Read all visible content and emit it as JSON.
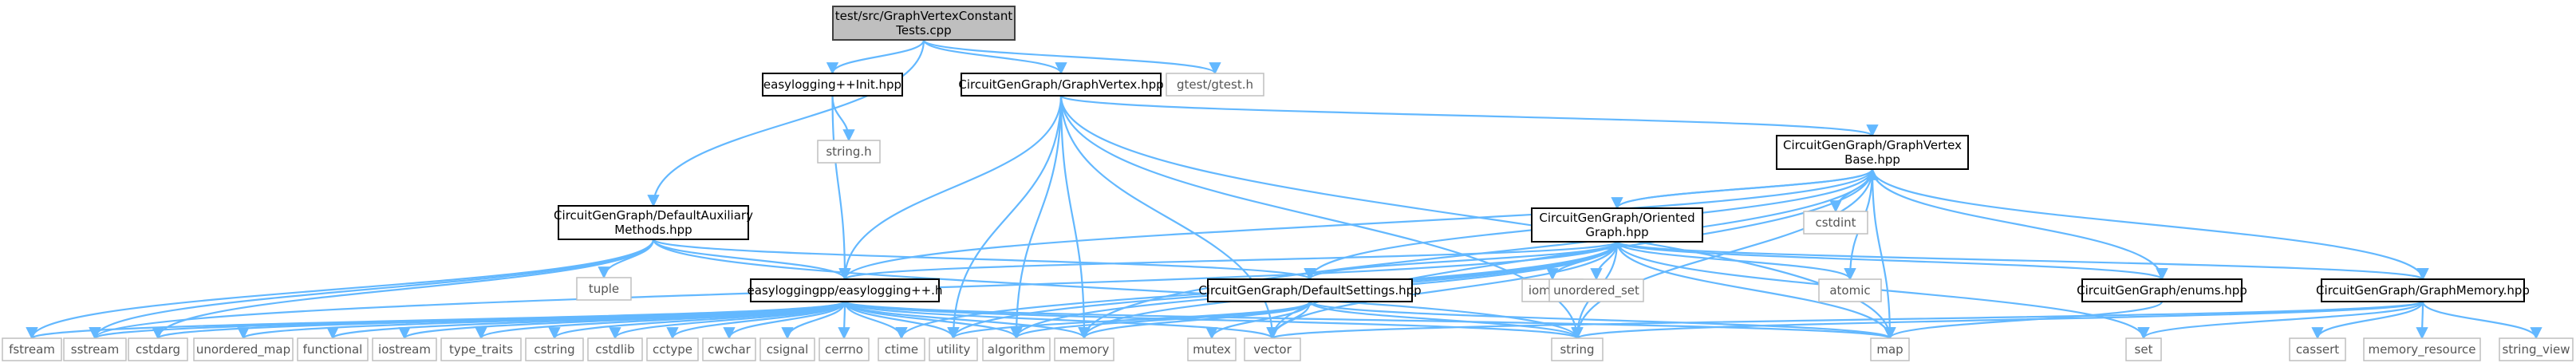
{
  "graph": {
    "nodes": [
      {
        "id": "root",
        "kind": "root",
        "lines": [
          "test/src/GraphVertexConstant",
          "Tests.cpp"
        ]
      },
      {
        "id": "dam",
        "kind": "local",
        "lines": [
          "CircuitGenGraph/DefaultAuxiliary",
          "Methods.hpp"
        ]
      },
      {
        "id": "eli",
        "kind": "local",
        "lines": [
          "easylogging++Init.hpp"
        ]
      },
      {
        "id": "gv",
        "kind": "local",
        "lines": [
          "CircuitGenGraph/GraphVertex.hpp"
        ]
      },
      {
        "id": "gtest",
        "kind": "sys",
        "lines": [
          "gtest/gtest.h"
        ]
      },
      {
        "id": "stringh",
        "kind": "sys",
        "lines": [
          "string.h"
        ]
      },
      {
        "id": "gvb",
        "kind": "local",
        "lines": [
          "CircuitGenGraph/GraphVertex",
          "Base.hpp"
        ]
      },
      {
        "id": "og",
        "kind": "local",
        "lines": [
          "CircuitGenGraph/Oriented",
          "Graph.hpp"
        ]
      },
      {
        "id": "cstdint",
        "kind": "sys",
        "lines": [
          "cstdint"
        ]
      },
      {
        "id": "tuple",
        "kind": "sys",
        "lines": [
          "tuple"
        ]
      },
      {
        "id": "el",
        "kind": "local",
        "lines": [
          "easyloggingpp/easylogging++.h"
        ]
      },
      {
        "id": "ds",
        "kind": "local",
        "lines": [
          "CircuitGenGraph/DefaultSettings.hpp"
        ]
      },
      {
        "id": "iomanip",
        "kind": "sys",
        "lines": [
          "iomanip"
        ]
      },
      {
        "id": "uset",
        "kind": "sys",
        "lines": [
          "unordered_set"
        ]
      },
      {
        "id": "atomic",
        "kind": "sys",
        "lines": [
          "atomic"
        ]
      },
      {
        "id": "enums",
        "kind": "local",
        "lines": [
          "CircuitGenGraph/enums.hpp"
        ]
      },
      {
        "id": "gm",
        "kind": "local",
        "lines": [
          "CircuitGenGraph/GraphMemory.hpp"
        ]
      },
      {
        "id": "fstream",
        "kind": "sys",
        "lines": [
          "fstream"
        ]
      },
      {
        "id": "sstream",
        "kind": "sys",
        "lines": [
          "sstream"
        ]
      },
      {
        "id": "cstdarg",
        "kind": "sys",
        "lines": [
          "cstdarg"
        ]
      },
      {
        "id": "umap",
        "kind": "sys",
        "lines": [
          "unordered_map"
        ]
      },
      {
        "id": "functional",
        "kind": "sys",
        "lines": [
          "functional"
        ]
      },
      {
        "id": "iostream",
        "kind": "sys",
        "lines": [
          "iostream"
        ]
      },
      {
        "id": "type_traits",
        "kind": "sys",
        "lines": [
          "type_traits"
        ]
      },
      {
        "id": "cstring",
        "kind": "sys",
        "lines": [
          "cstring"
        ]
      },
      {
        "id": "cstdlib",
        "kind": "sys",
        "lines": [
          "cstdlib"
        ]
      },
      {
        "id": "cctype",
        "kind": "sys",
        "lines": [
          "cctype"
        ]
      },
      {
        "id": "cwchar",
        "kind": "sys",
        "lines": [
          "cwchar"
        ]
      },
      {
        "id": "csignal",
        "kind": "sys",
        "lines": [
          "csignal"
        ]
      },
      {
        "id": "cerrno",
        "kind": "sys",
        "lines": [
          "cerrno"
        ]
      },
      {
        "id": "ctime",
        "kind": "sys",
        "lines": [
          "ctime"
        ]
      },
      {
        "id": "utility",
        "kind": "sys",
        "lines": [
          "utility"
        ]
      },
      {
        "id": "algorithm",
        "kind": "sys",
        "lines": [
          "algorithm"
        ]
      },
      {
        "id": "memory",
        "kind": "sys",
        "lines": [
          "memory"
        ]
      },
      {
        "id": "mutex",
        "kind": "sys",
        "lines": [
          "mutex"
        ]
      },
      {
        "id": "vector",
        "kind": "sys",
        "lines": [
          "vector"
        ]
      },
      {
        "id": "string",
        "kind": "sys",
        "lines": [
          "string"
        ]
      },
      {
        "id": "map",
        "kind": "sys",
        "lines": [
          "map"
        ]
      },
      {
        "id": "set",
        "kind": "sys",
        "lines": [
          "set"
        ]
      },
      {
        "id": "cassert",
        "kind": "sys",
        "lines": [
          "cassert"
        ]
      },
      {
        "id": "memres",
        "kind": "sys",
        "lines": [
          "memory_resource"
        ]
      },
      {
        "id": "sview",
        "kind": "sys",
        "lines": [
          "string_view"
        ]
      }
    ],
    "edges": [
      [
        "root",
        "dam"
      ],
      [
        "root",
        "eli"
      ],
      [
        "root",
        "gv"
      ],
      [
        "root",
        "gtest"
      ],
      [
        "eli",
        "stringh"
      ],
      [
        "eli",
        "el"
      ],
      [
        "gv",
        "gvb"
      ],
      [
        "gv",
        "el"
      ],
      [
        "gv",
        "string"
      ],
      [
        "gv",
        "vector"
      ],
      [
        "gv",
        "map"
      ],
      [
        "gv",
        "algorithm"
      ],
      [
        "gv",
        "memory"
      ],
      [
        "gv",
        "utility"
      ],
      [
        "gvb",
        "og"
      ],
      [
        "gvb",
        "cstdint"
      ],
      [
        "gvb",
        "atomic"
      ],
      [
        "gvb",
        "enums"
      ],
      [
        "gvb",
        "gm"
      ],
      [
        "gvb",
        "ds"
      ],
      [
        "gvb",
        "el"
      ],
      [
        "gvb",
        "string"
      ],
      [
        "gvb",
        "vector"
      ],
      [
        "gvb",
        "map"
      ],
      [
        "gvb",
        "memory"
      ],
      [
        "og",
        "gvb"
      ],
      [
        "og",
        "iomanip"
      ],
      [
        "og",
        "uset"
      ],
      [
        "og",
        "atomic"
      ],
      [
        "og",
        "enums"
      ],
      [
        "og",
        "gm"
      ],
      [
        "og",
        "ds"
      ],
      [
        "og",
        "el"
      ],
      [
        "og",
        "string"
      ],
      [
        "og",
        "vector"
      ],
      [
        "og",
        "map"
      ],
      [
        "og",
        "set"
      ],
      [
        "og",
        "memory"
      ],
      [
        "og",
        "algorithm"
      ],
      [
        "og",
        "ctime"
      ],
      [
        "og",
        "utility"
      ],
      [
        "og",
        "sstream"
      ],
      [
        "dam",
        "tuple"
      ],
      [
        "dam",
        "el"
      ],
      [
        "dam",
        "ds"
      ],
      [
        "dam",
        "fstream"
      ],
      [
        "dam",
        "sstream"
      ],
      [
        "dam",
        "cstdarg"
      ],
      [
        "dam",
        "string"
      ],
      [
        "el",
        "ctime"
      ],
      [
        "el",
        "cstring"
      ],
      [
        "el",
        "cstdlib"
      ],
      [
        "el",
        "cctype"
      ],
      [
        "el",
        "type_traits"
      ],
      [
        "el",
        "string"
      ],
      [
        "el",
        "vector"
      ],
      [
        "el",
        "map"
      ],
      [
        "el",
        "utility"
      ],
      [
        "el",
        "functional"
      ],
      [
        "el",
        "algorithm"
      ],
      [
        "el",
        "sstream"
      ],
      [
        "el",
        "memory"
      ],
      [
        "el",
        "iostream"
      ],
      [
        "el",
        "fstream"
      ],
      [
        "el",
        "cstdarg"
      ],
      [
        "el",
        "umap"
      ],
      [
        "el",
        "cwchar"
      ],
      [
        "el",
        "csignal"
      ],
      [
        "el",
        "cerrno"
      ],
      [
        "ds",
        "utility"
      ],
      [
        "ds",
        "algorithm"
      ],
      [
        "ds",
        "memory"
      ],
      [
        "ds",
        "mutex"
      ],
      [
        "ds",
        "vector"
      ],
      [
        "ds",
        "string"
      ],
      [
        "ds",
        "map"
      ],
      [
        "enums",
        "map"
      ],
      [
        "gm",
        "string"
      ],
      [
        "gm",
        "vector"
      ],
      [
        "gm",
        "set"
      ],
      [
        "gm",
        "cassert"
      ],
      [
        "gm",
        "memres"
      ],
      [
        "gm",
        "sview"
      ]
    ]
  }
}
